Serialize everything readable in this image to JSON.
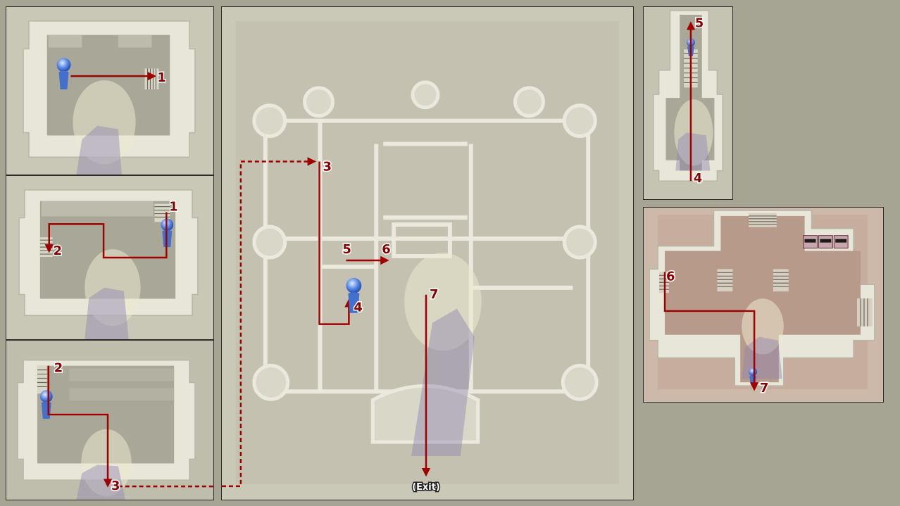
{
  "panels": {
    "p1": {
      "start": "",
      "end": "1"
    },
    "p2": {
      "start": "1",
      "end": "2"
    },
    "p3": {
      "start": "2",
      "end": "3"
    },
    "main": {
      "step3": "3",
      "step4": "4",
      "step5": "5",
      "step6": "6",
      "step7": "7",
      "exit": "(Exit)"
    },
    "tower": {
      "start": "4",
      "end": "5"
    },
    "hall": {
      "start": "6",
      "end": "7"
    }
  },
  "colors": {
    "route": "#a10000",
    "marker": "#3b6fd4",
    "background": "#a6a594"
  },
  "icons": [
    "player-marker-icon",
    "stairs-icon",
    "route-arrow-icon",
    "chest-icon"
  ]
}
